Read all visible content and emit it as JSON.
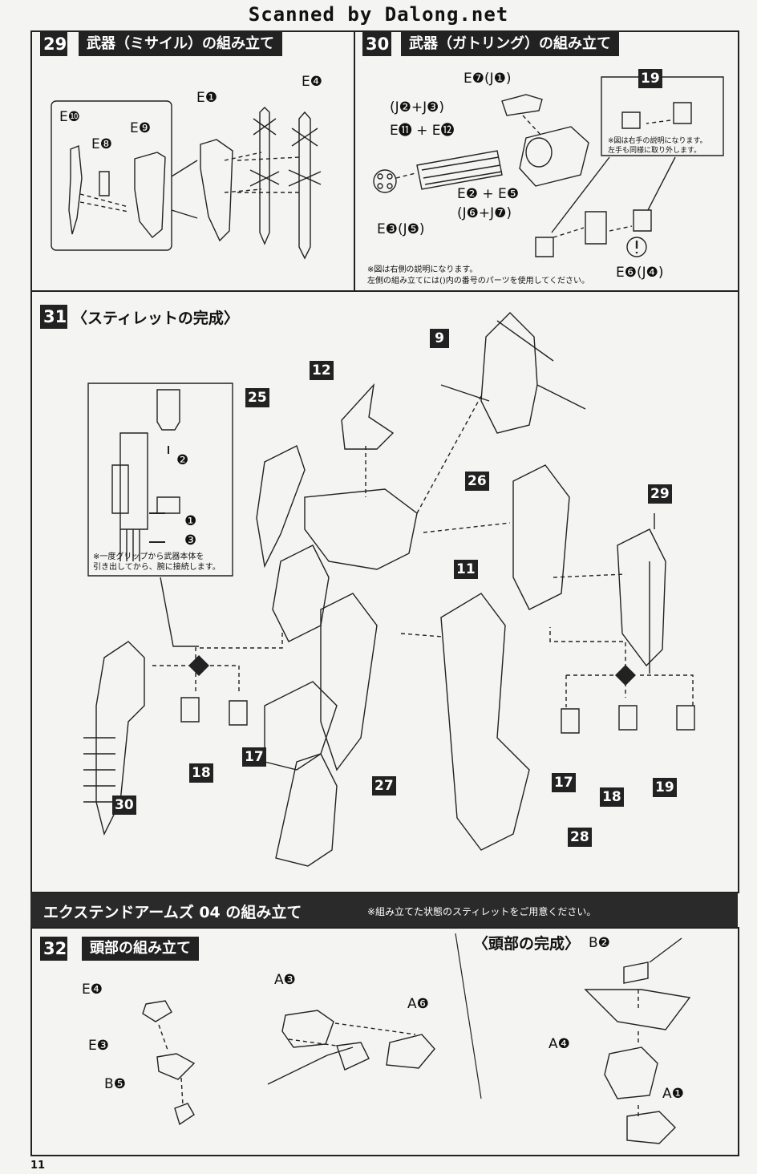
{
  "watermark": "Scanned by Dalong.net",
  "page_number": "11",
  "step29": {
    "number": "29",
    "title": "武器（ミサイル）の組み立て",
    "labels": [
      "E❶",
      "E❹",
      "E❿",
      "E❽",
      "E❾"
    ]
  },
  "step30": {
    "number": "30",
    "title": "武器（ガトリング）の組み立て",
    "labels": [
      "E❼(J❶)",
      "(J❷+J❸)",
      "E⓫ + E⓬",
      "E❷ + E❺",
      "(J❻+J❼)",
      "E❸(J❺)",
      "E❻(J❹)"
    ],
    "inset_tag": "19",
    "inset_note": "※図は右手の説明になります。\n左手も同様に取り外します。",
    "footnote": "※図は右側の説明になります。\n左側の組み立てには()内の番号のパーツを使用してください。"
  },
  "step31": {
    "number": "31",
    "title": "〈スティレットの完成〉",
    "inset_note": "※一度グリップから武器本体を\n引き出してから、腕に接続します。",
    "inset_steps": [
      "❷",
      "❶",
      "❸"
    ],
    "tags": [
      "9",
      "12",
      "25",
      "26",
      "29",
      "11",
      "30",
      "18",
      "17",
      "27",
      "28",
      "17",
      "18",
      "19"
    ]
  },
  "banner": {
    "title": "エクステンドアームズ 04 の組み立て",
    "note": "※組み立てた状態のスティレットをご用意ください。"
  },
  "step32": {
    "number": "32",
    "title": "頭部の組み立て",
    "labels": [
      "E❹",
      "E❸",
      "B❺",
      "A❸",
      "A❻"
    ]
  },
  "head_complete": {
    "title": "〈頭部の完成〉",
    "labels": [
      "B❷",
      "A❹",
      "A❶"
    ]
  }
}
